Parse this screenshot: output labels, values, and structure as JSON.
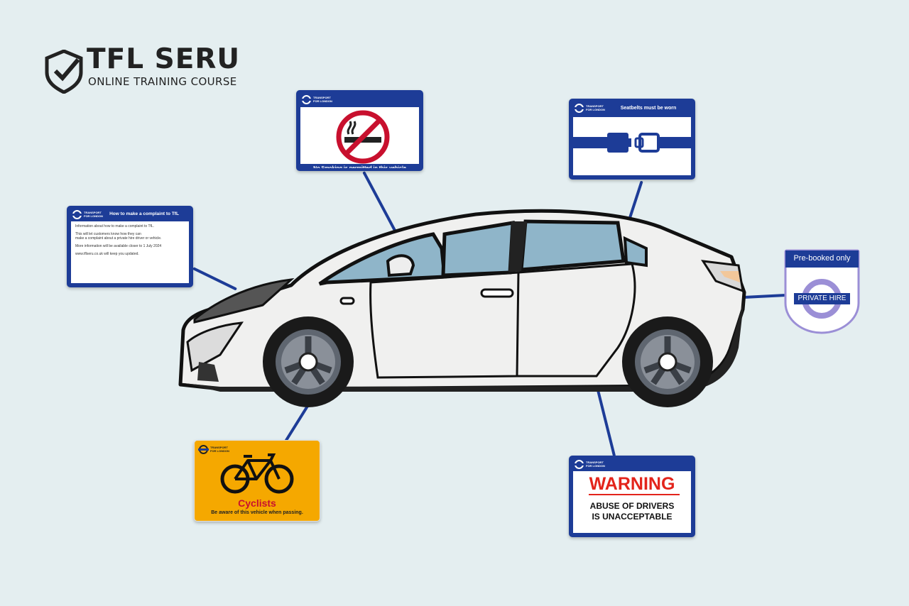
{
  "logo": {
    "brand": "TFL SERU",
    "tagline": "ONLINE TRAINING COURSE"
  },
  "tfl_header": "TRANSPORT FOR LONDON",
  "signs": {
    "no_smoking": {
      "caption": "No Smoking is permitted in this vehicle"
    },
    "seatbelts": {
      "title": "Seatbelts must be worn"
    },
    "complaint": {
      "title": "How to make a complaint to TfL",
      "line1": "Information about how to make a complaint to TfL.",
      "line2": "This will let customers know how they can",
      "line3": "make a complaint about a private hire driver or vehicle.",
      "line4": "More information will be available closer to 1 July 2024",
      "line5": "www.tflseru.co.uk will keep you updated."
    },
    "cyclists": {
      "title": "Cyclists",
      "caption": "Be aware of this vehicle when passing."
    },
    "warning": {
      "title": "WARNING",
      "line1": "ABUSE OF DRIVERS",
      "line2": "IS UNACCEPTABLE"
    },
    "private_hire": {
      "top": "Pre-booked only",
      "label": "PRIVATE HIRE"
    }
  },
  "colors": {
    "tfl_blue": "#1d3c97",
    "background": "#e4eef0",
    "cyclists_orange": "#f5a800",
    "warning_red": "#e3241b",
    "private_hire_purple": "#9b8fd6"
  }
}
